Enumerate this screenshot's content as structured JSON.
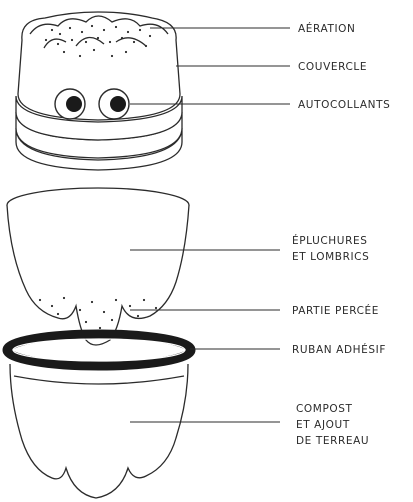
{
  "labels": {
    "aeration": "AÉRATION",
    "couvercle": "COUVERCLE",
    "autocollants": "AUTOCOLLANTS",
    "epluchures_line1": "ÉPLUCHURES",
    "epluchures_line2": "ET LOMBRICS",
    "partie_percee": "PARTIE PERCÉE",
    "ruban_adhesif": "RUBAN ADHÉSIF",
    "compost_line1": "COMPOST",
    "compost_line2": "ET AJOUT",
    "compost_line3": "DE TERREAU"
  },
  "colors": {
    "ink": "#2b2b2b",
    "tape": "#1a1a1a",
    "background": "#ffffff"
  }
}
